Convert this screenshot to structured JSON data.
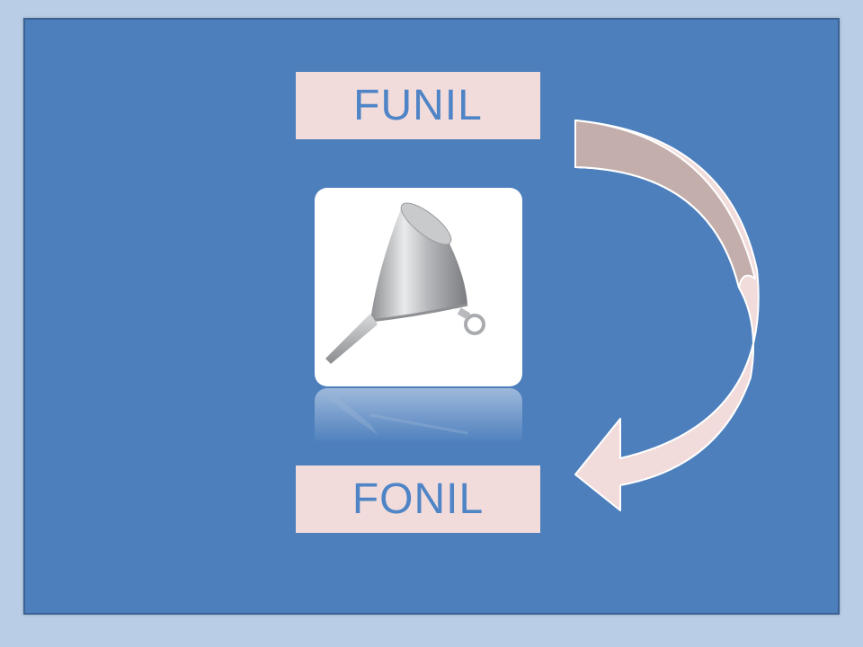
{
  "slide": {
    "top_word": "FUNIL",
    "bottom_word": "FONIL"
  },
  "colors": {
    "background": "#b9cde6",
    "slide": "#4d7fbd",
    "box": "#f1dcdb",
    "text": "#4f84c6",
    "arrow_light": "#f1dcdb",
    "arrow_dark": "#c4aeab"
  },
  "icons": {
    "image": "funnel-image",
    "arrow": "curved-arrow"
  }
}
